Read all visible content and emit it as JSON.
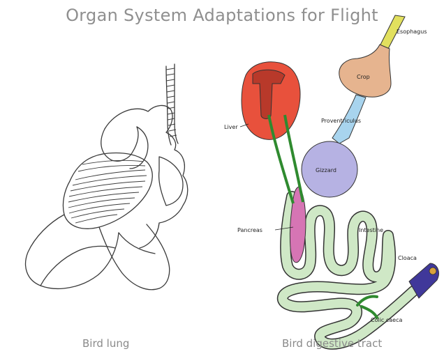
{
  "title": "Organ System Adaptations for Flight",
  "captions": {
    "lung": "Bird lung",
    "digestive": "Bird digestive tract"
  },
  "labels": {
    "esophagus": "Esophagus",
    "crop": "Crop",
    "proventriculus": "Proventriculus",
    "liver": "Liver",
    "gizzard": "Gizzard",
    "pancreas": "Pancreas",
    "intestine": "Intestine",
    "cloaca": "Cloaca",
    "colic_caeca": "Colic caeca"
  },
  "colors": {
    "liver": "#e8513c",
    "liver_dark": "#b8392a",
    "esophagus": "#e2e05e",
    "crop": "#e6b48f",
    "proventriculus": "#a8d4ee",
    "gizzard": "#b6b2e3",
    "pancreas": "#d675b4",
    "intestine": "#cfe8c6",
    "bile_duct": "#2f8a2f",
    "cloaca": "#40389a",
    "cloaca_tip": "#d9a23c",
    "caeca": "#2f8a2f"
  }
}
